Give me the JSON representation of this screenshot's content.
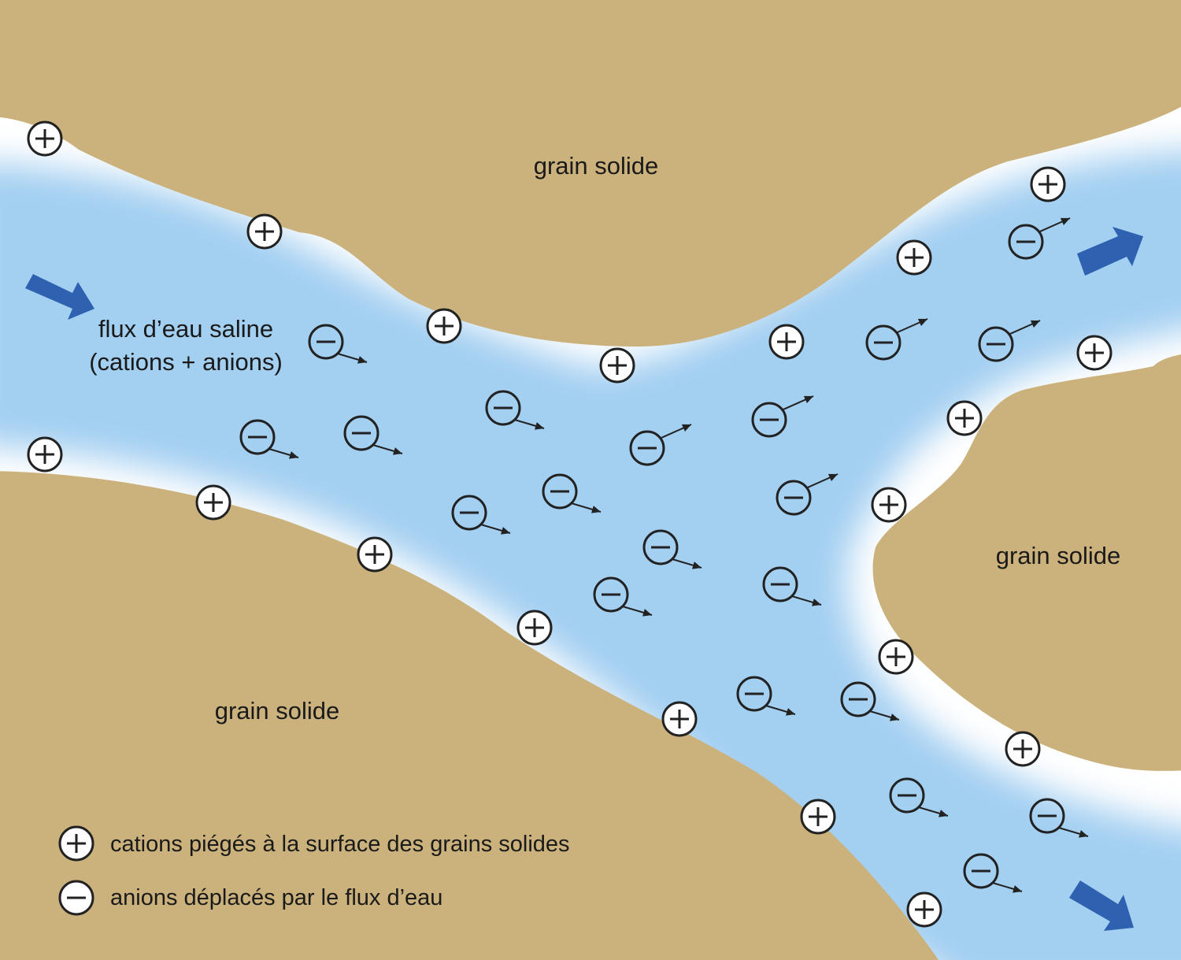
{
  "colors": {
    "grain": "#cbb27c",
    "water_core": "#a3cff1",
    "water_edge": "#ffffff",
    "flow_arrow": "#2e62b0",
    "ion_outline": "#222222"
  },
  "labels": {
    "grain_top": "grain solide",
    "grain_right": "grain solide",
    "grain_bottom": "grain solide",
    "flow_line1": "flux d’eau saline",
    "flow_line2": "(cations + anions)"
  },
  "legend": {
    "cation_text": "cations piégés à la surface des grains solides",
    "anion_text": "anions déplacés par le flux d’eau",
    "cation_icon": "plus-circle-icon",
    "anion_icon": "minus-circle-icon"
  }
}
